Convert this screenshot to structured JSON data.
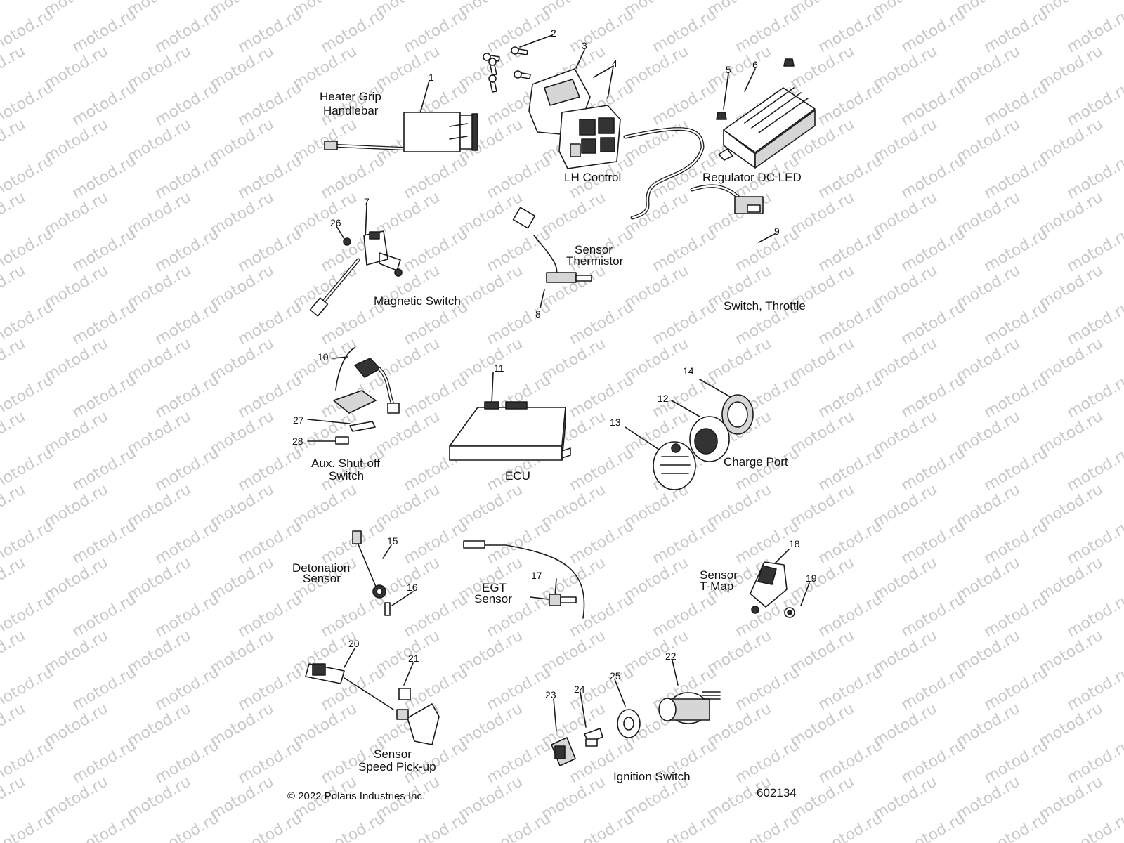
{
  "watermark": "motod.ru",
  "labels": {
    "heater_grip": [
      "Heater Grip",
      "Handlebar"
    ],
    "lh_control": "LH Control",
    "regulator": "Regulator DC LED",
    "magnetic_switch": "Magnetic Switch",
    "sensor_thermistor": [
      "Sensor",
      "Thermistor"
    ],
    "switch_throttle": "Switch, Throttle",
    "aux_shutoff": [
      "Aux. Shut-off",
      "Switch"
    ],
    "ecu": "ECU",
    "charge_port": "Charge Port",
    "detonation_sensor": [
      "Detonation",
      "Sensor"
    ],
    "egt_sensor": [
      "EGT",
      "Sensor"
    ],
    "sensor_tmap": [
      "Sensor",
      "T-Map"
    ],
    "speed_pickup": [
      "Sensor",
      "Speed Pick-up"
    ],
    "ignition_switch": "Ignition Switch"
  },
  "callouts": [
    "1",
    "2",
    "3",
    "4",
    "5",
    "6",
    "7",
    "8",
    "9",
    "10",
    "11",
    "12",
    "13",
    "14",
    "15",
    "16",
    "17",
    "18",
    "19",
    "20",
    "21",
    "22",
    "23",
    "24",
    "25",
    "26",
    "27",
    "28"
  ],
  "copyright": "© 2022 Polaris Industries Inc.",
  "figure_number": "602134"
}
